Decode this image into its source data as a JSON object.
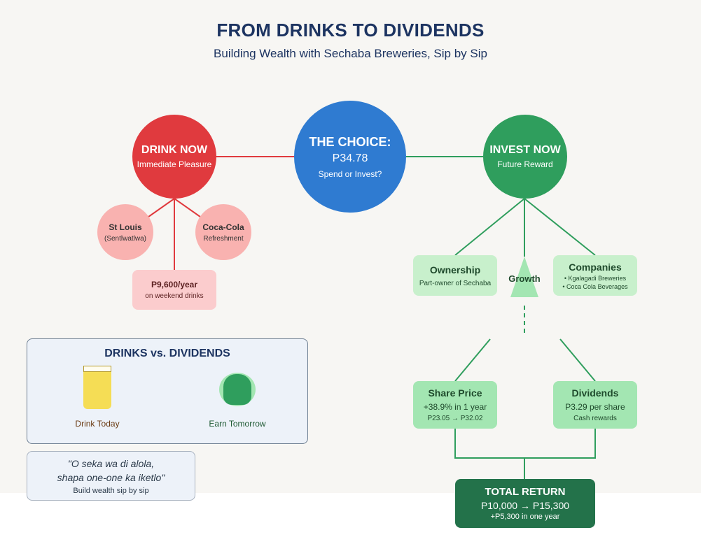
{
  "header": {
    "title": "FROM DRINKS TO DIVIDENDS",
    "subtitle": "Building Wealth with Sechaba Breweries, Sip by Sip"
  },
  "choice": {
    "title": "THE CHOICE:",
    "amount": "P34.78",
    "question": "Spend or Invest?"
  },
  "drink": {
    "title": "DRINK NOW",
    "subtitle": "Immediate Pleasure",
    "st_louis": {
      "title": "St Louis",
      "subtitle": "(Sentlwatlwa)"
    },
    "coke": {
      "title": "Coca-Cola",
      "subtitle": "Refreshment"
    },
    "cost": {
      "amount": "P9,600/year",
      "note": "on weekend drinks"
    }
  },
  "invest": {
    "title": "INVEST NOW",
    "subtitle": "Future Reward",
    "ownership": {
      "title": "Ownership",
      "subtitle": "Part-owner of Sechaba"
    },
    "growth": "Growth",
    "companies": {
      "title": "Companies",
      "items": [
        "• Kgalagadi Breweries",
        "• Coca Cola Beverages"
      ]
    },
    "share_price": {
      "title": "Share Price",
      "change": "+38.9% in 1 year",
      "range": "P23.05 → P32.02"
    },
    "dividends": {
      "title": "Dividends",
      "amount": "P3.29 per share",
      "note": "Cash rewards"
    },
    "total": {
      "title": "TOTAL RETURN",
      "amount": "P10,000 → P15,300",
      "gain": "+P5,300 in one year"
    }
  },
  "comparison": {
    "title": "DRINKS vs. DIVIDENDS",
    "left_label": "Drink Today",
    "right_label": "Earn Tomorrow"
  },
  "quote": {
    "line1": "\"O seka wa di alola,",
    "line2": "shapa one-one ka iketlo\"",
    "caption": "Build wealth sip by sip"
  },
  "colors": {
    "red": "#e03a3e",
    "blue": "#2f7bd1",
    "green": "#2f9e5d",
    "dark_green": "#23724a",
    "navy": "#1d3461"
  }
}
